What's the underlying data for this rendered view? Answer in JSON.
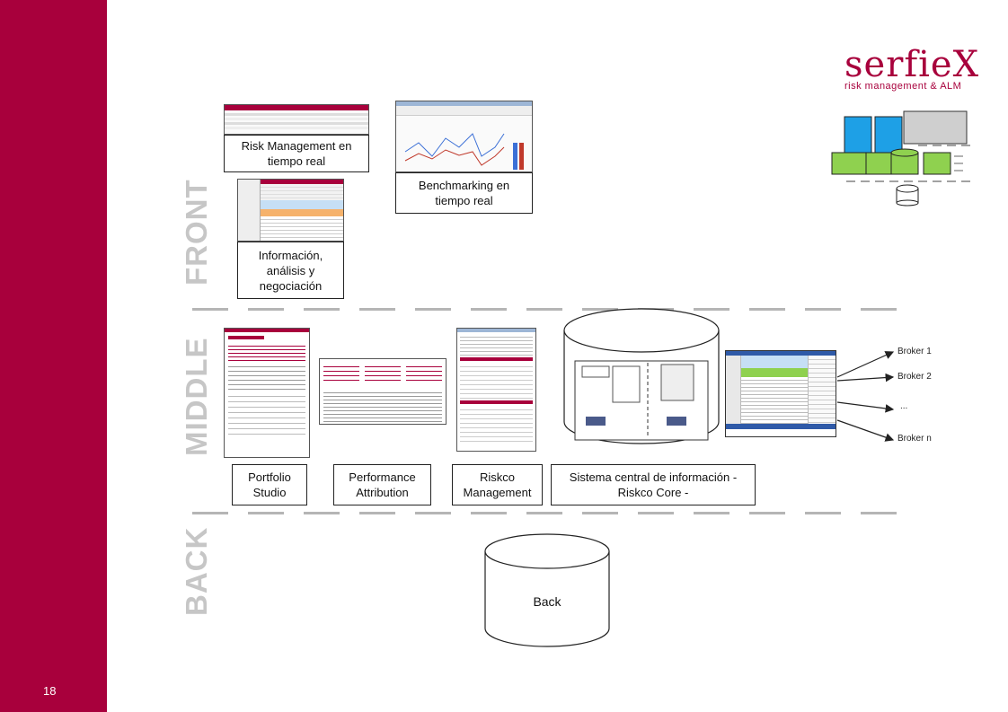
{
  "slide": {
    "page_number": "18"
  },
  "logo": {
    "wordmark": "serfieX",
    "tagline": "risk management & ALM"
  },
  "layers": {
    "front": "FRONT",
    "middle": "MIDDLE",
    "back": "BACK"
  },
  "front": {
    "risk_management": "Risk Management en tiempo real",
    "informacion": "Información, análisis y negociación",
    "benchmarking": "Benchmarking en tiempo real"
  },
  "middle": {
    "portfolio": "Portfolio Studio",
    "performance": "Performance Attribution",
    "riskco": "Riskco Management",
    "sistema": "Sistema central de información - Riskco Core -"
  },
  "brokers": [
    "Broker 1",
    "Broker 2",
    "...",
    "Broker n"
  ],
  "back": {
    "label": "Back"
  },
  "colors": {
    "brand": "#a8003c",
    "layer_text": "#c6c6c6",
    "dash": "#b5b5b5",
    "diagram_blue": "#1ea0e6",
    "diagram_green": "#8fd14f"
  }
}
